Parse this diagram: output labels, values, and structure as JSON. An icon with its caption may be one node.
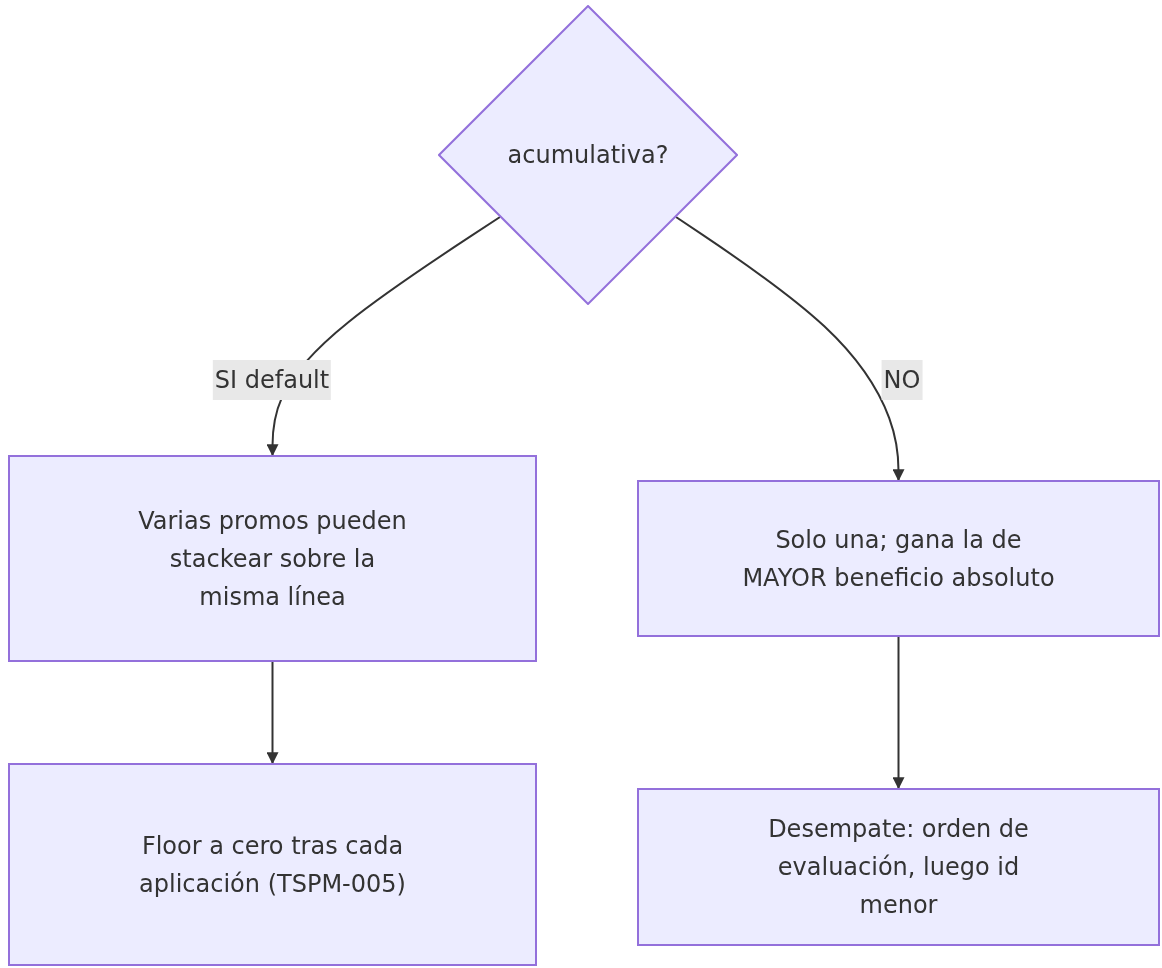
{
  "diagram": {
    "nodes": [
      {
        "text": [
          "acumulativa?"
        ]
      },
      {
        "text": [
          "Varias promos pueden stackear sobre la misma línea"
        ]
      },
      {
        "text": [
          "Floor a cero tras cada aplicación (TSPM-005)"
        ]
      },
      {
        "text": [
          "Solo una; gana la de MAYOR beneficio absoluto"
        ]
      },
      {
        "text": [
          "Desempate: orden de evaluación, luego id menor"
        ]
      }
    ],
    "edges": [
      {
        "from": 0,
        "to": 1,
        "arrow": "to",
        "label": "SI default"
      },
      {
        "from": 0,
        "to": 3,
        "arrow": "to",
        "label": "NO"
      },
      {
        "from": 1,
        "to": 2,
        "arrow": "to"
      },
      {
        "from": 3,
        "to": 4,
        "arrow": "to"
      }
    ]
  }
}
